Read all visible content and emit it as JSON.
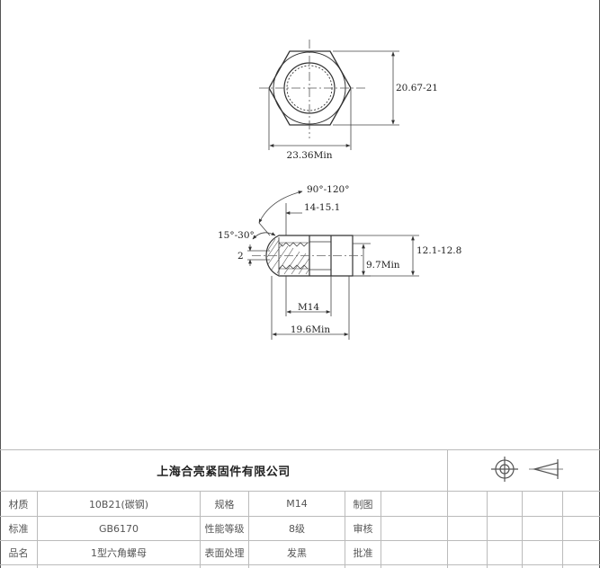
{
  "dimensions": {
    "across_corners": "20.67-21",
    "across_flats": "23.36Min",
    "cone_angle": "90°-120°",
    "height_range": "14-15.1",
    "chamfer_angle": "15°-30°",
    "pitch_mark": "2",
    "bearing_height": "9.7Min",
    "overall_height": "12.1-12.8",
    "thread": "M14",
    "bearing_diameter": "19.6Min"
  },
  "title_block": {
    "company": "上海合亮紧固件有限公司",
    "rows": [
      {
        "label1": "材质",
        "value1": "10B21(碳钢)",
        "label2": "规格",
        "value2": "M14",
        "label3": "制图"
      },
      {
        "label1": "标准",
        "value1": "GB6170",
        "label2": "性能等级",
        "value2": "8级",
        "label3": "审核"
      },
      {
        "label1": "品名",
        "value1": "1型六角螺母",
        "label2": "表面处理",
        "value2": "发黑",
        "label3": "批准"
      }
    ]
  }
}
